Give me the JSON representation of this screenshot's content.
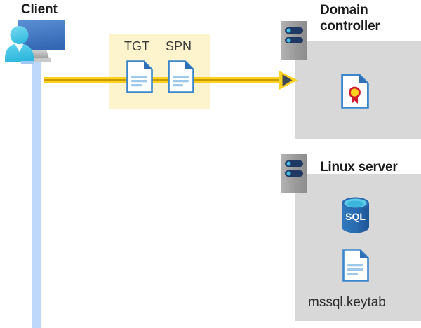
{
  "diagram": {
    "type": "kerberos-authentication-flow",
    "background_color": "#ffffff"
  },
  "client": {
    "title": "Client",
    "icon": "client-computer-icon",
    "lifeline_color": "#bdd8fa"
  },
  "flow": {
    "arrow_direction": "left-to-right",
    "arrow_color": "#ffd21f",
    "arrow_head_color": "#404a56",
    "box_color": "#fdf3cd",
    "tokens": [
      {
        "label": "TGT",
        "icon": "document-icon"
      },
      {
        "label": "SPN",
        "icon": "document-icon"
      }
    ]
  },
  "domain_controller": {
    "title": "Domain\ncontroller",
    "server_icon": "server-rack-icon",
    "panel_color": "#d8d8d8",
    "contents": [
      {
        "icon": "certificate-document-icon",
        "label": ""
      }
    ]
  },
  "linux_server": {
    "title": "Linux server",
    "server_icon": "server-rack-icon",
    "panel_color": "#d8d8d8",
    "contents": [
      {
        "icon": "sql-database-icon",
        "label": "SQL"
      },
      {
        "icon": "document-icon",
        "label": "mssql.keytab"
      }
    ]
  },
  "labels": {
    "keytab_file": "mssql.keytab",
    "sql_text": "SQL"
  },
  "colors": {
    "accent_yellow": "#ffd21f",
    "yellow_box": "#fdf3cd",
    "panel_gray": "#d8d8d8",
    "doc_blue": "#3b87cd",
    "sql_blue": "#2a6bb0",
    "lifeline_blue": "#bdd8fa",
    "server_gray": "#9b9b9b",
    "server_led_navy": "#1f3864",
    "text_dark": "#1b1b1b"
  }
}
